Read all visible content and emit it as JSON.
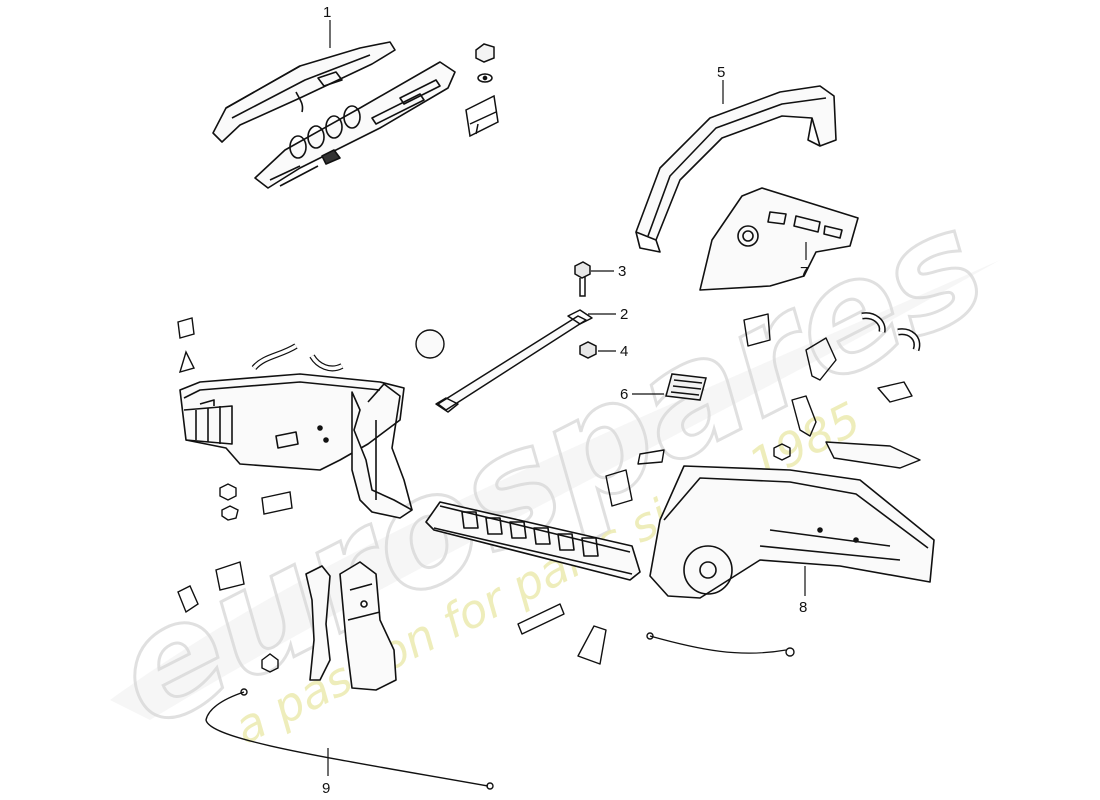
{
  "watermark": {
    "brand": "eurospares",
    "tagline": "a passion for parts since 1985",
    "tagline_color": "#ecebb0",
    "brand_stroke_color": "#d6d6d6"
  },
  "callouts": [
    {
      "id": "1",
      "label": "1"
    },
    {
      "id": "2",
      "label": "2"
    },
    {
      "id": "3",
      "label": "3"
    },
    {
      "id": "4",
      "label": "4"
    },
    {
      "id": "5",
      "label": "5"
    },
    {
      "id": "6",
      "label": "6"
    },
    {
      "id": "7",
      "label": "7"
    },
    {
      "id": "8",
      "label": "8"
    },
    {
      "id": "9",
      "label": "9"
    }
  ]
}
